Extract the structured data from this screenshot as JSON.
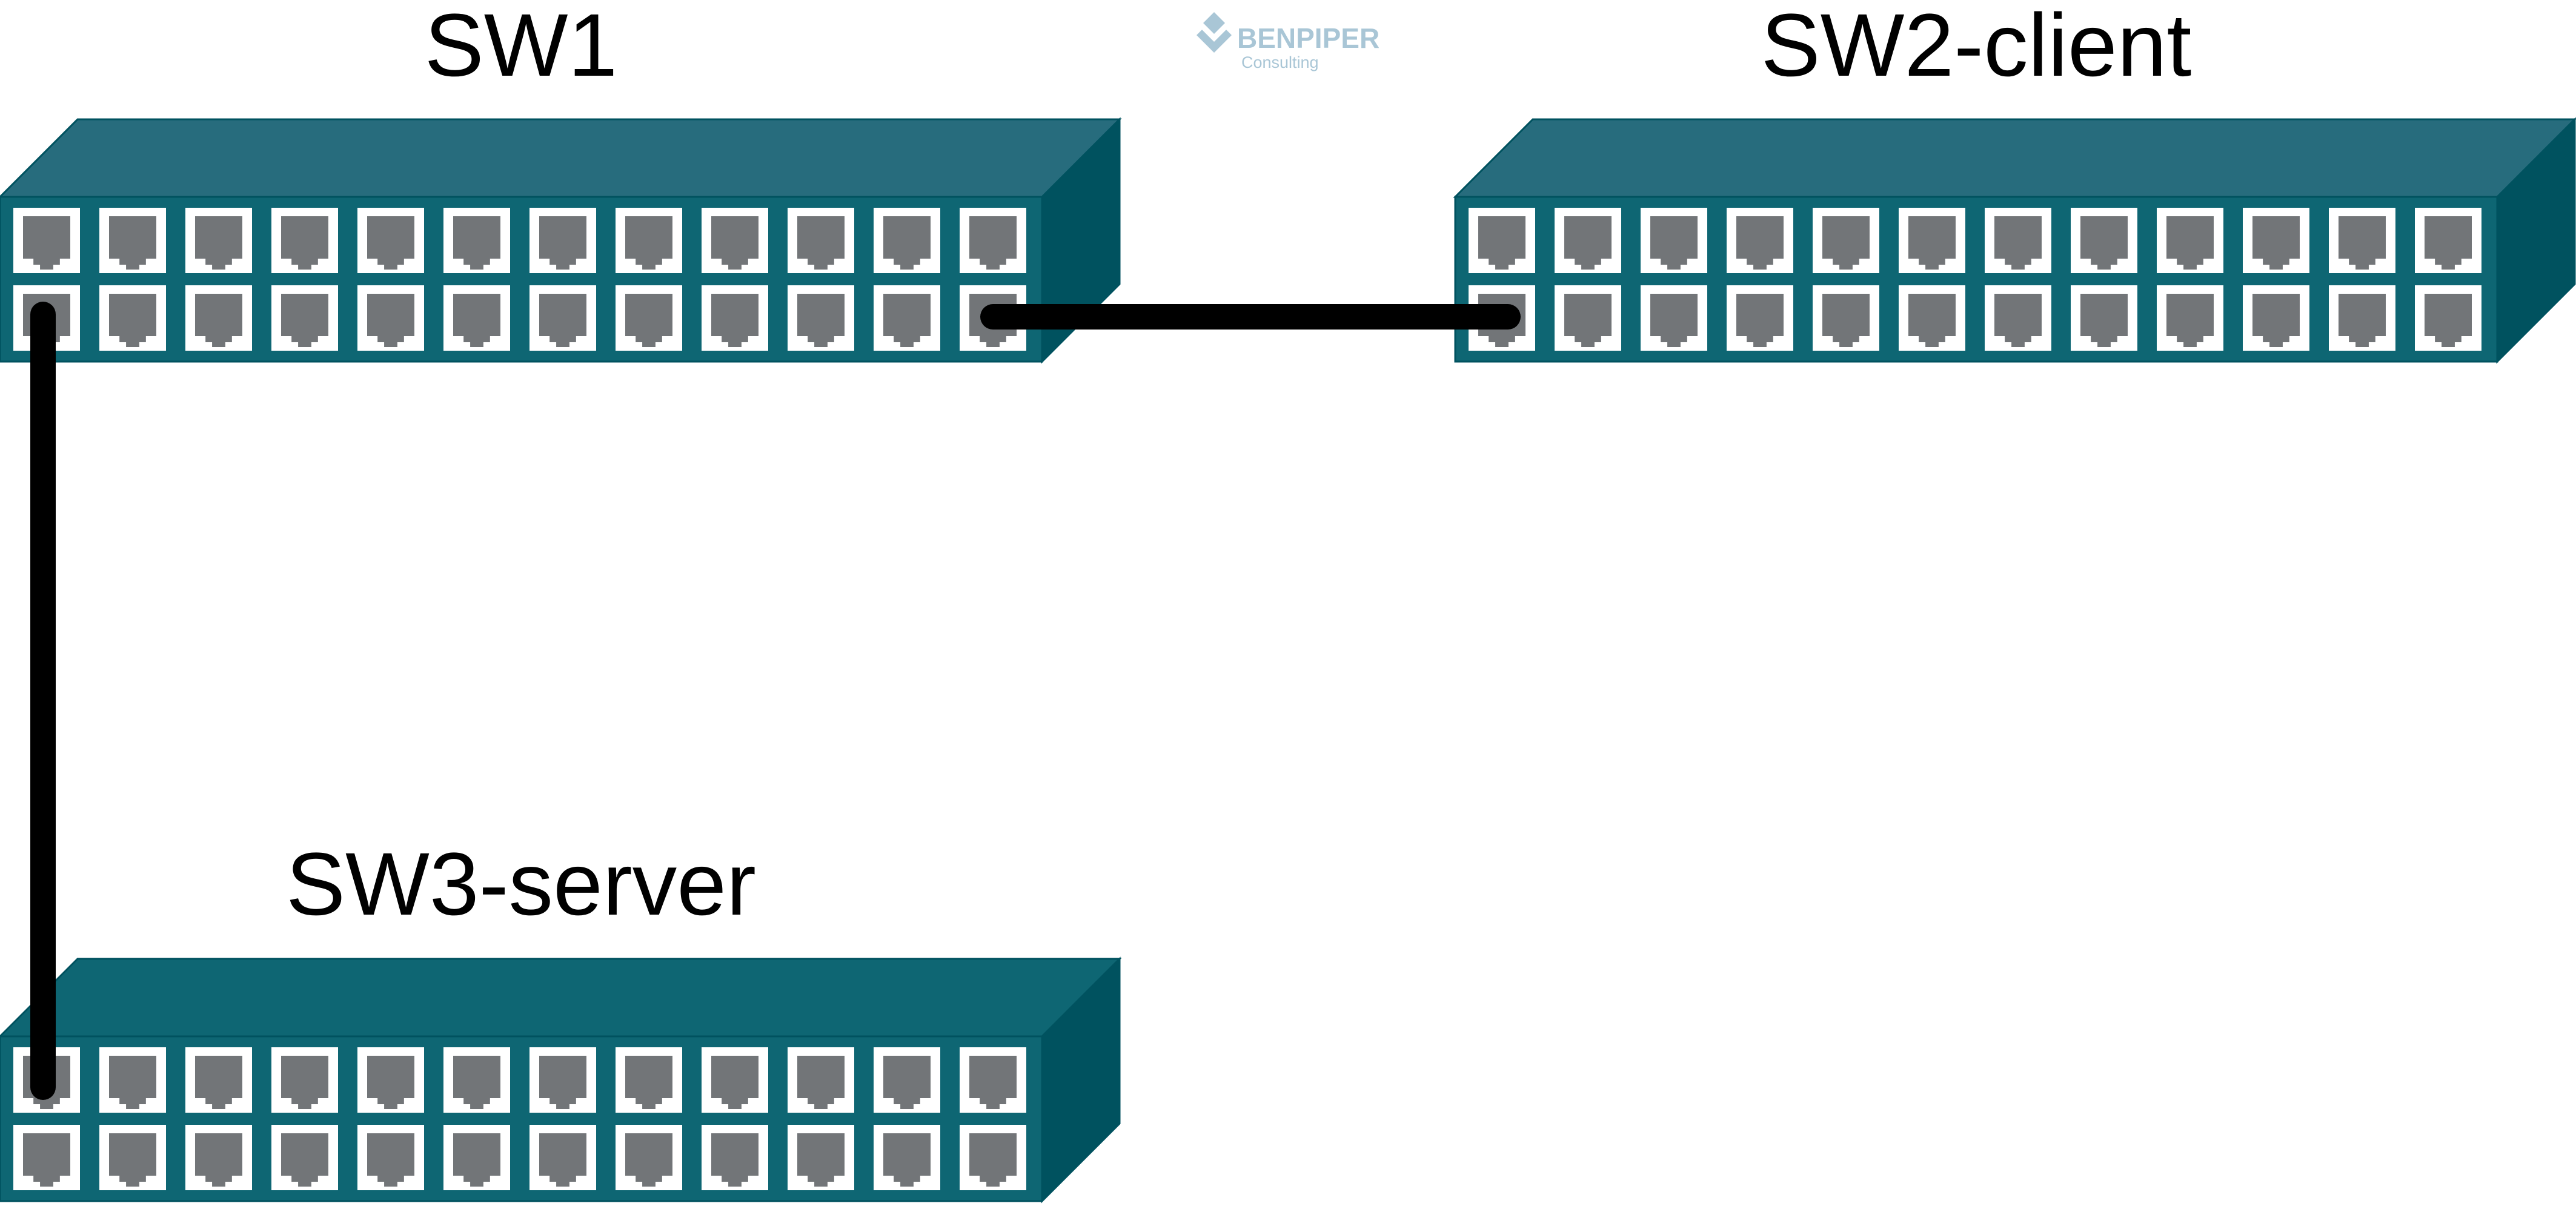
{
  "watermark": {
    "name": "BENPIPER",
    "subtitle": "Consulting",
    "color": "#a9c6d6"
  },
  "colors": {
    "chassis_front": "#0e6673",
    "chassis_top": "#276c7d",
    "chassis_top_sw3": "#0e6673",
    "chassis_side": "#00525f",
    "port_frame": "#ffffff",
    "port_jack": "#727578",
    "cable": "#000000"
  },
  "switches": [
    {
      "id": "sw1",
      "label": "SW1",
      "rows": 2,
      "ports_per_row": 12
    },
    {
      "id": "sw2",
      "label": "SW2-client",
      "rows": 2,
      "ports_per_row": 12
    },
    {
      "id": "sw3",
      "label": "SW3-server",
      "rows": 2,
      "ports_per_row": 12
    }
  ],
  "links": [
    {
      "from": "SW1",
      "from_port": "row 2, port 1",
      "to": "SW3-server",
      "to_port": "row 1, port 1"
    },
    {
      "from": "SW1",
      "from_port": "row 2, port 12",
      "to": "SW2-client",
      "to_port": "row 2, port 1"
    }
  ]
}
